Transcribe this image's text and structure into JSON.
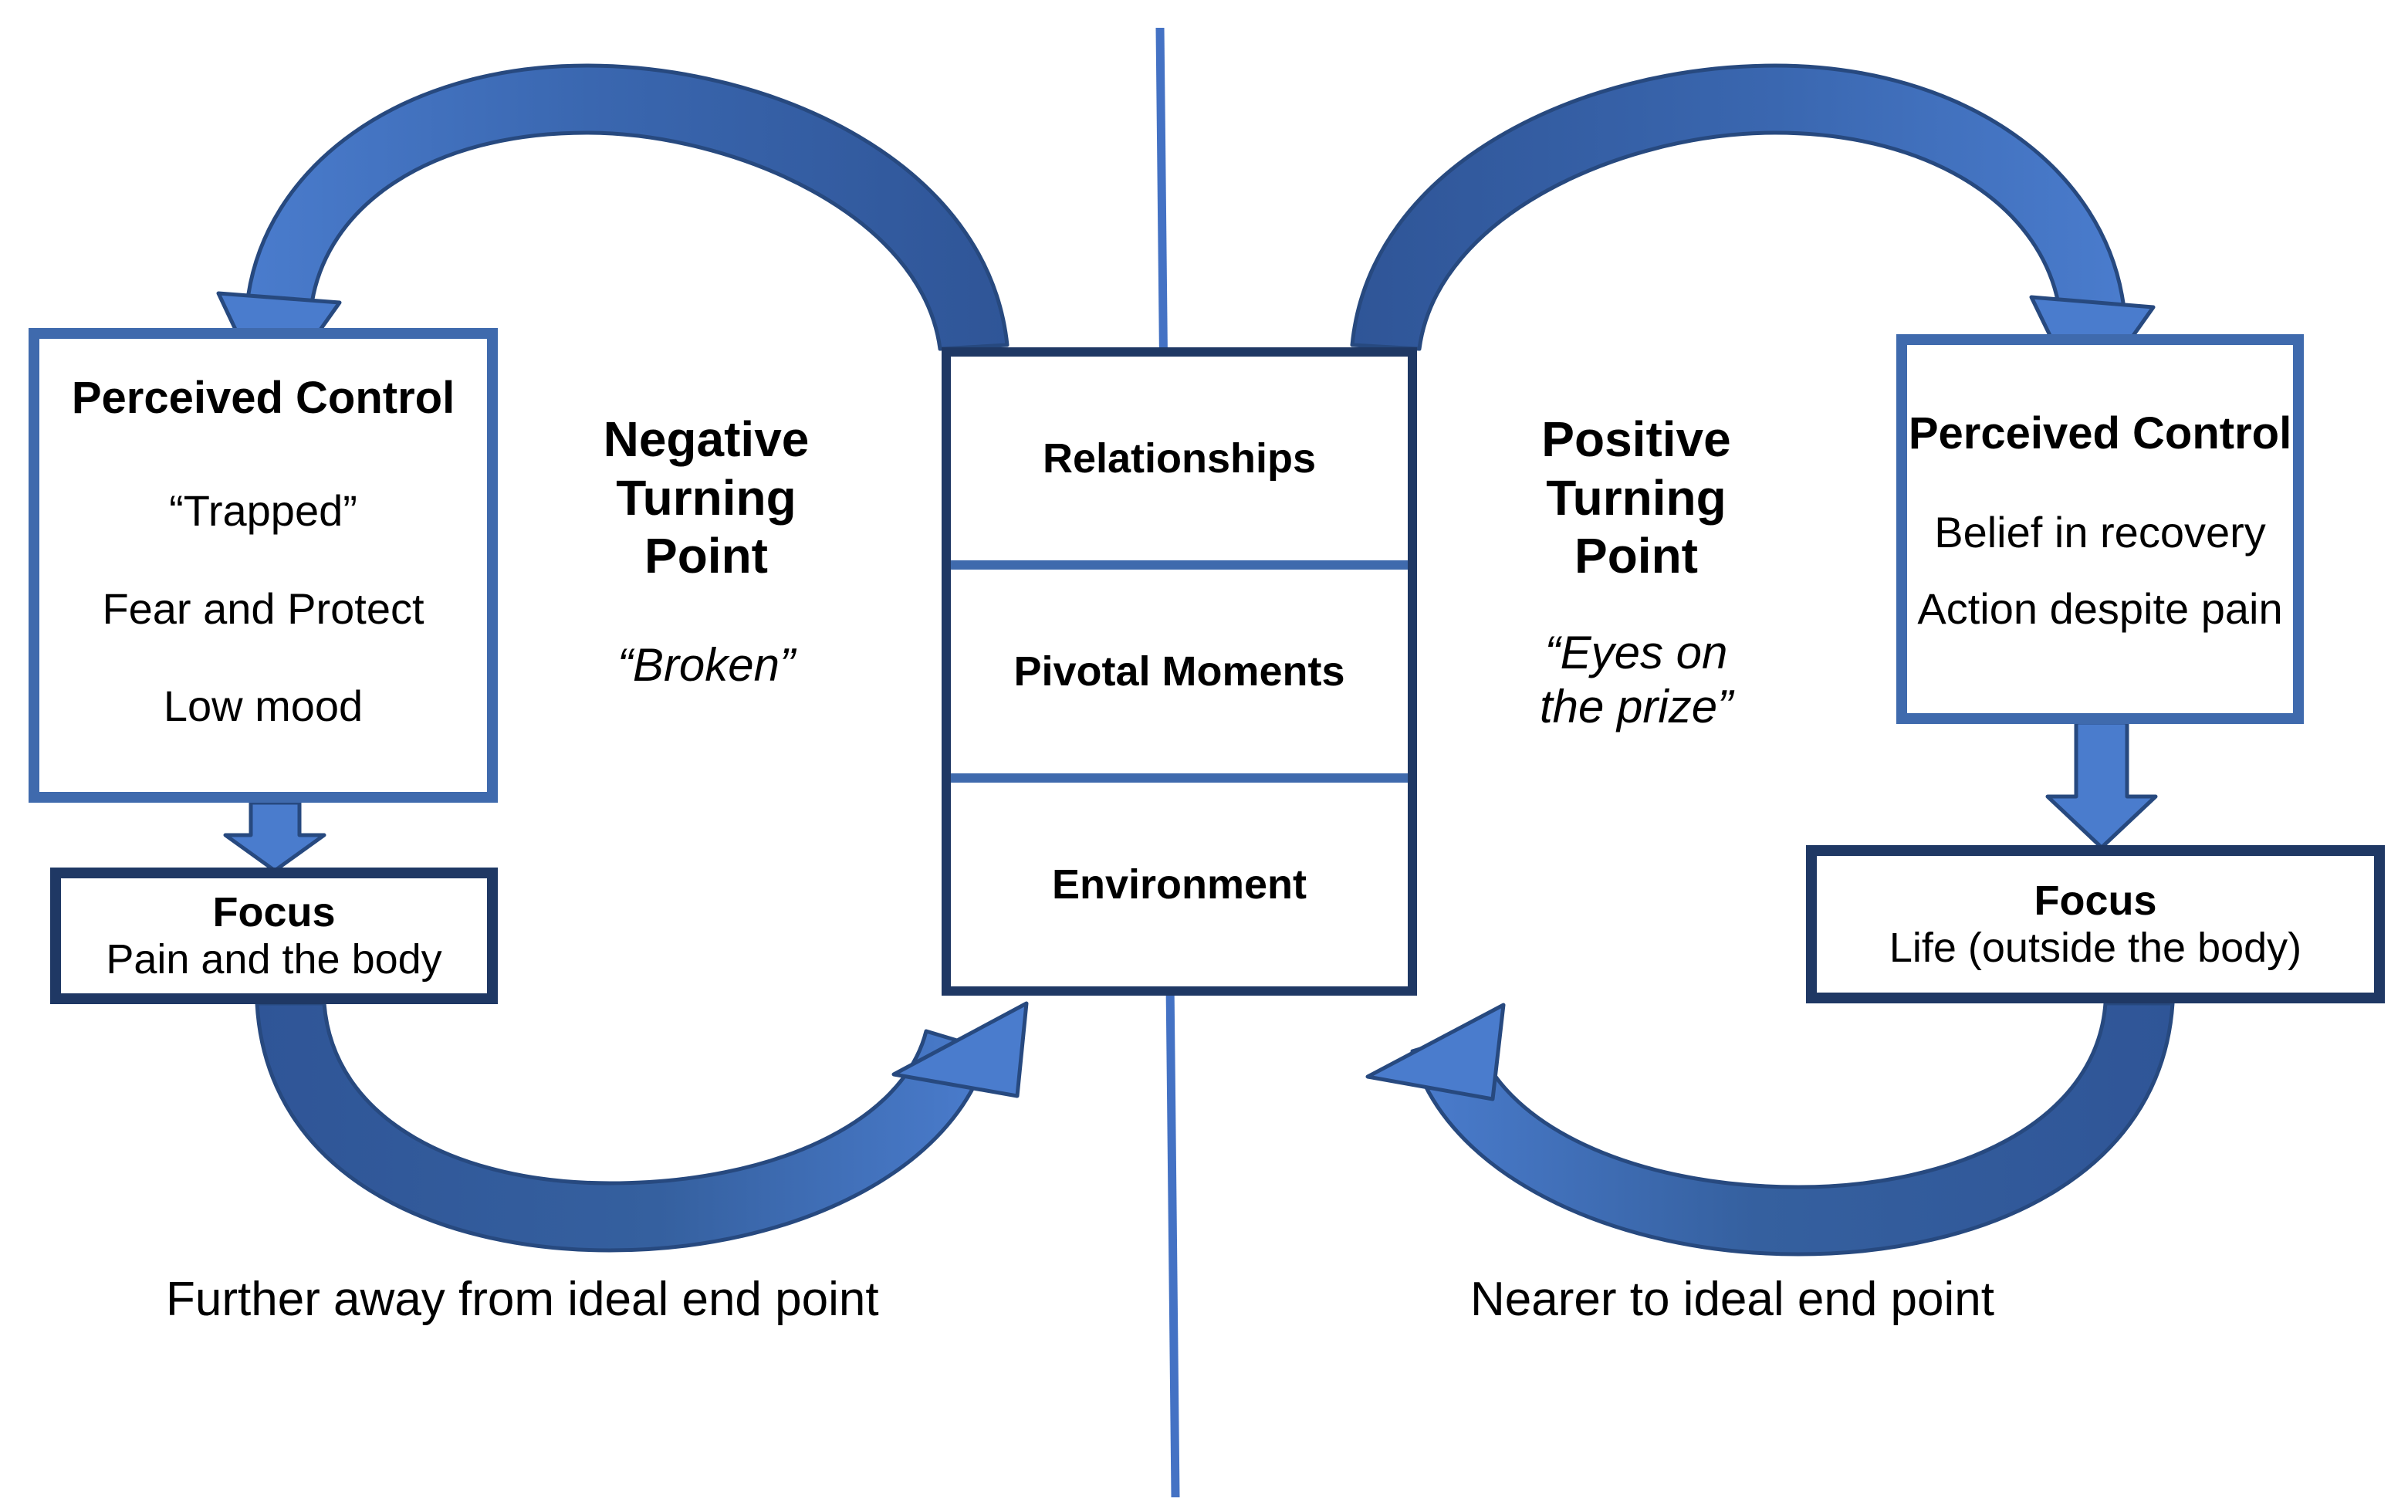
{
  "diagram": {
    "title_hidden": "",
    "colors": {
      "arrow_light": "#4472c4",
      "arrow_dark": "#2f5597",
      "border_light": "#3f6aad",
      "border_dark": "#1f3864",
      "divider": "#4472c4",
      "background": "#ffffff",
      "text": "#000000"
    }
  },
  "left_cycle": {
    "perceived_control": {
      "title": "Perceived Control",
      "lines": [
        "“Trapped”",
        "Fear and Protect",
        "Low mood"
      ]
    },
    "focus": {
      "title": "Focus",
      "line": "Pain and the body"
    },
    "turning_point": {
      "title_line1": "Negative",
      "title_line2": "Turning",
      "title_line3": "Point",
      "quote": "“Broken”"
    },
    "end_label": "Further away from ideal end point"
  },
  "center": {
    "segments": [
      "Relationships",
      "Pivotal Moments",
      "Environment"
    ]
  },
  "right_cycle": {
    "perceived_control": {
      "title": "Perceived Control",
      "lines": [
        "Belief in recovery",
        "Action despite pain"
      ]
    },
    "focus": {
      "title": "Focus",
      "line": "Life (outside the body)"
    },
    "turning_point": {
      "title_line1": "Positive",
      "title_line2": "Turning",
      "title_line3": "Point",
      "quote_line1": "“Eyes on",
      "quote_line2": "the prize”"
    },
    "end_label": "Nearer to ideal end point"
  }
}
